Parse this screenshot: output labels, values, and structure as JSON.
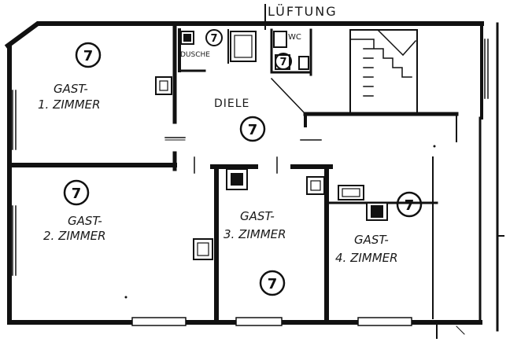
{
  "title": "LÜFTUNG",
  "rooms": [
    {
      "id": "gast1",
      "line1": "GAST-",
      "line2": "1. ZIMMER",
      "badge": "7"
    },
    {
      "id": "gast2",
      "line1": "GAST-",
      "line2": "2. ZIMMER",
      "badge": "7"
    },
    {
      "id": "gast3",
      "line1": "GAST-",
      "line2": "3. ZIMMER",
      "badge": "7"
    },
    {
      "id": "gast4",
      "line1": "GAST-",
      "line2": "4. ZIMMER",
      "badge": "7"
    },
    {
      "id": "diele",
      "line1": "DIELE",
      "badge": "7"
    }
  ],
  "fixtures": {
    "dusche_label": "DUSCHE",
    "dusche_badge": "7",
    "wc_label": "WC",
    "wc_badge": "7"
  },
  "colors": {
    "ink": "#111111",
    "paper": "#ffffff"
  }
}
